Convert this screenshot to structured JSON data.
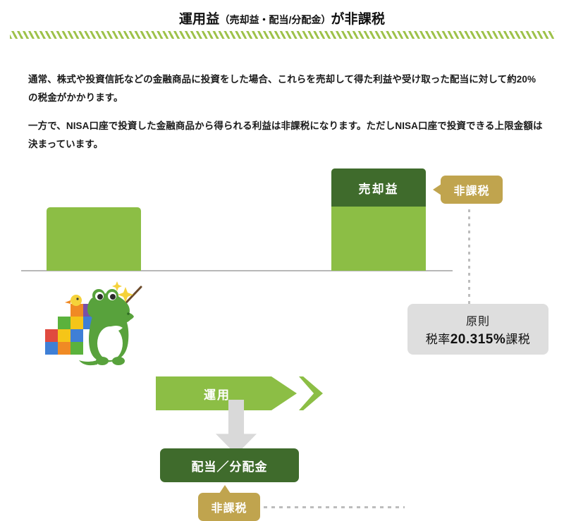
{
  "header": {
    "title_main_1": "運用益",
    "title_paren": "（売却益・配当/分配金）",
    "title_main_2": "が非課税",
    "divider_color": "#9ec24a"
  },
  "body": {
    "paragraph_1": "通常、株式や投資信託などの金融商品に投資をした場合、これらを売却して得た利益や受け取った配当に対して約20%の税金がかかります。",
    "paragraph_2": "一方で、NISA口座で投資した金融商品から得られる利益は非課税になります。ただしNISA口座で投資できる上限金額は決まっています。"
  },
  "diagram": {
    "bar_left_label": "",
    "bar_right_gain_label": "売却益",
    "operation_arrow_label": "運用",
    "dividend_box_label": "配当／分配金",
    "callout_gain_label": "非課税",
    "callout_dividend_label": "非課税",
    "tax_note_line1": "原則",
    "tax_note_prefix": "税率",
    "tax_note_rate": "20.315%",
    "tax_note_suffix": "課税",
    "colors": {
      "light_green": "#8CBE45",
      "dark_green": "#3F6B2C",
      "tan": "#C0A44E",
      "gray_box": "#DEDEDE",
      "gray_arrow": "#D9D9D9",
      "baseline": "#b8b8b8",
      "dotted": "#bdbdbd"
    },
    "mascot": {
      "name": "crocodile-mascot",
      "body_color": "#58a23c",
      "belly_color": "#ffffff",
      "pointer_color": "#6b4a2a",
      "sparkle_color": "#f5d23a",
      "block_colors": [
        "#3f7fd6",
        "#5bb23c",
        "#7a4fa8",
        "#f5c518",
        "#f08a24",
        "#e04a3f"
      ]
    }
  }
}
